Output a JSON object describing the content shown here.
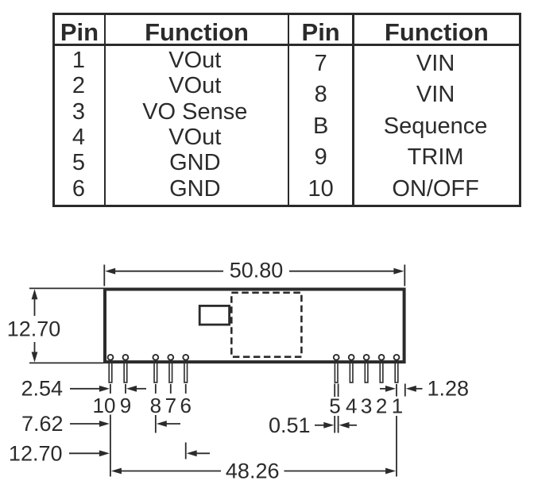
{
  "colors": {
    "ink": "#2b2b2b",
    "paper": "#ffffff"
  },
  "pin_table": {
    "left": {
      "header": {
        "pin": "Pin",
        "function": "Function"
      },
      "rows": [
        [
          "1",
          "VOut"
        ],
        [
          "2",
          "VOut"
        ],
        [
          "3",
          "VO Sense"
        ],
        [
          "4",
          "VOut"
        ],
        [
          "5",
          "GND"
        ],
        [
          "6",
          "GND"
        ]
      ]
    },
    "right": {
      "header": {
        "pin": "Pin",
        "function": "Function"
      },
      "rows": [
        [
          "7",
          "VIN"
        ],
        [
          "8",
          "VIN"
        ],
        [
          "B",
          "Sequence"
        ],
        [
          "9",
          "TRIM"
        ],
        [
          "10",
          "ON/OFF"
        ]
      ]
    }
  },
  "outline_drawing": {
    "dimensions": {
      "body_width": "50.80",
      "body_height": "12.70",
      "pin_pitch": "2.54",
      "pin8_offset": "7.62",
      "pin6_offset": "12.70",
      "pin_row_span": "48.26",
      "pin_width": "0.51",
      "pin1_edge_offset": "1.28"
    },
    "left_pin_numbers": [
      "10",
      "9",
      "8",
      "7",
      "6"
    ],
    "right_pin_numbers": [
      "5",
      "4",
      "3",
      "2",
      "1"
    ]
  }
}
